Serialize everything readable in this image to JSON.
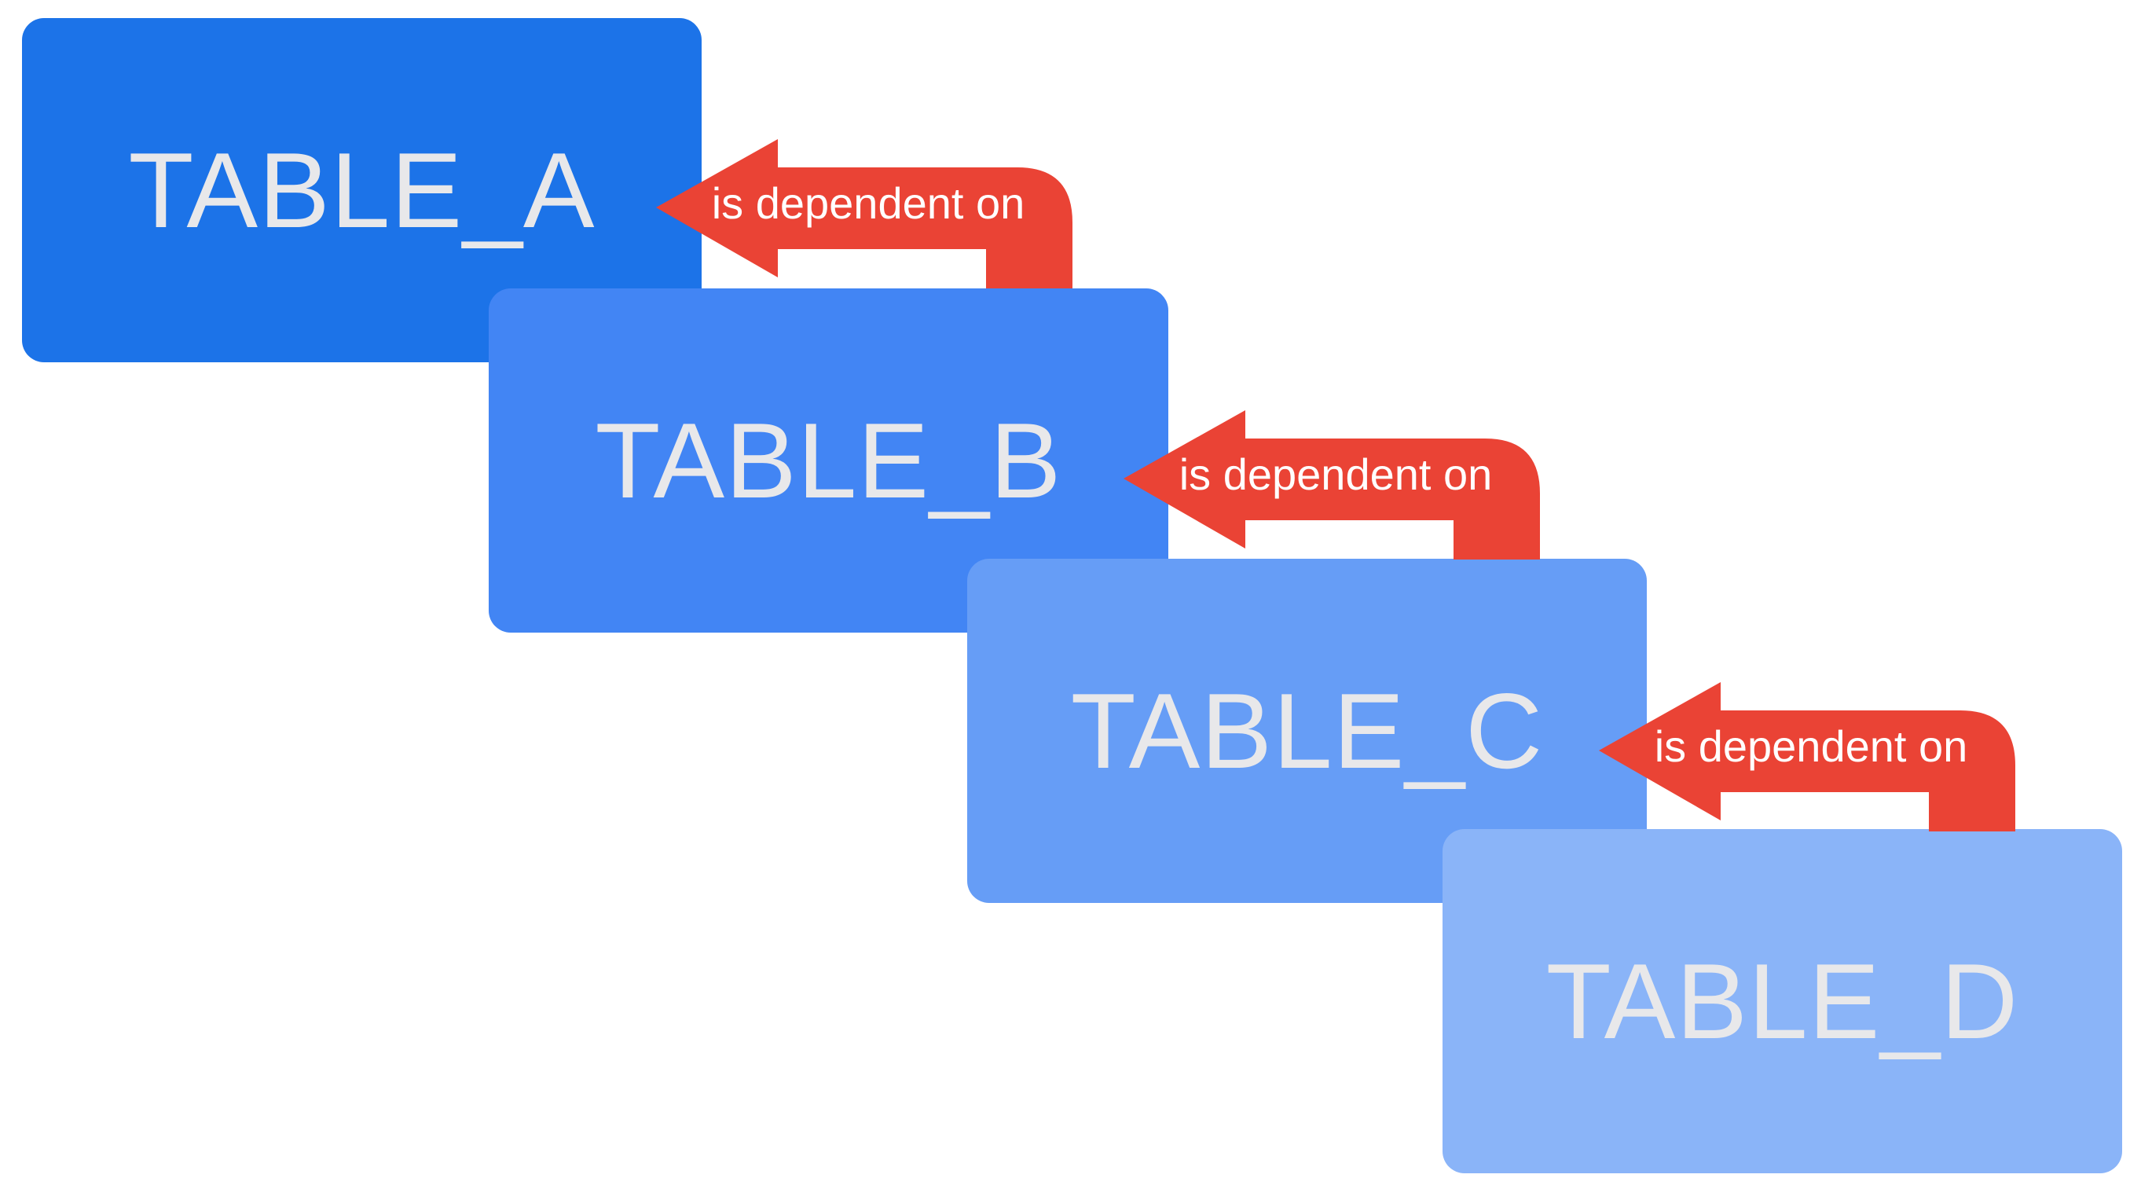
{
  "diagram": {
    "tables": [
      {
        "label": "TABLE_A",
        "color": "#1c73e8"
      },
      {
        "label": "TABLE_B",
        "color": "#4285f4"
      },
      {
        "label": "TABLE_C",
        "color": "#669df6"
      },
      {
        "label": "TABLE_D",
        "color": "#8ab4f8"
      }
    ],
    "arrows": [
      {
        "label": "is dependent on",
        "color": "#ea4335"
      },
      {
        "label": "is dependent on",
        "color": "#ea4335"
      },
      {
        "label": "is dependent on",
        "color": "#ea4335"
      }
    ]
  }
}
